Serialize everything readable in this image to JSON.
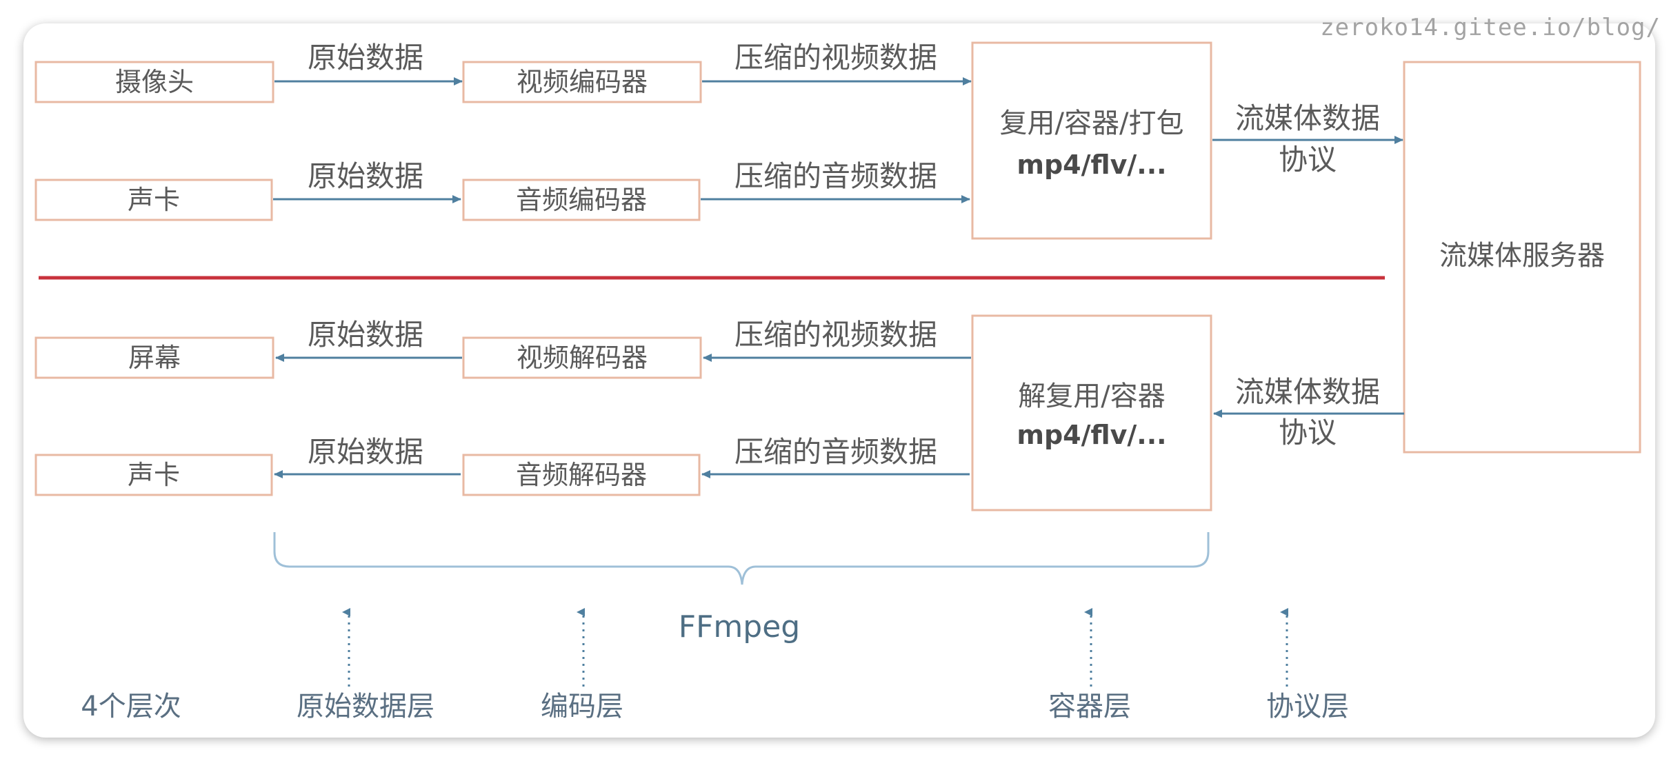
{
  "watermark": "zeroko14.gitee.io/blog/",
  "encode": {
    "camera": "摄像头",
    "soundcard": "声卡",
    "raw_data_1": "原始数据",
    "raw_data_2": "原始数据",
    "video_encoder": "视频编码器",
    "audio_encoder": "音频编码器",
    "compressed_video": "压缩的视频数据",
    "compressed_audio": "压缩的音频数据",
    "mux_line1": "复用/容器/打包",
    "mux_line2": "mp4/flv/...",
    "protocol_line1": "流媒体数据",
    "protocol_line2": "协议"
  },
  "server": "流媒体服务器",
  "decode": {
    "screen": "屏幕",
    "soundcard": "声卡",
    "raw_data_1": "原始数据",
    "raw_data_2": "原始数据",
    "video_decoder": "视频解码器",
    "audio_decoder": "音频解码器",
    "compressed_video": "压缩的视频数据",
    "compressed_audio": "压缩的音频数据",
    "demux_line1": "解复用/容器",
    "demux_line2": "mp4/flv/...",
    "protocol_line1": "流媒体数据",
    "protocol_line2": "协议"
  },
  "ffmpeg_label": "FFmpeg",
  "layers": {
    "title": "4个层次",
    "raw": "原始数据层",
    "codec": "编码层",
    "container": "容器层",
    "protocol": "协议层"
  },
  "colors": {
    "box_border": "#e8b9a3",
    "arrow": "#4f7f9f",
    "divider": "#c8323c",
    "text": "#5a5a5a"
  }
}
